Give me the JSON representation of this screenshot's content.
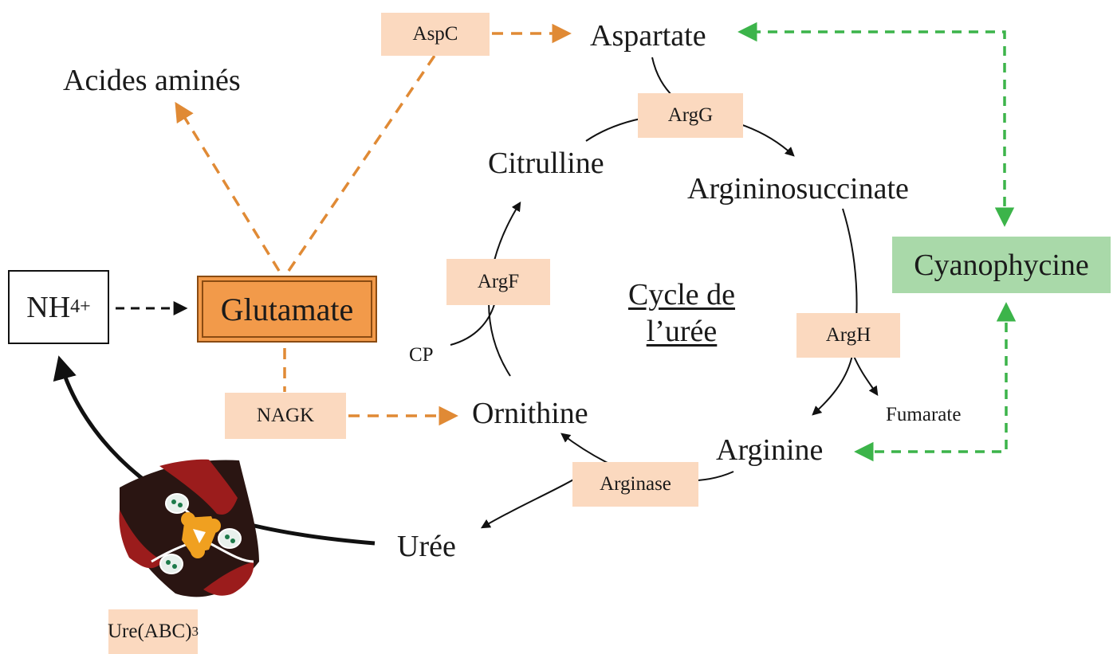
{
  "nodes": {
    "ammonium": {
      "base": "NH",
      "sub": "4",
      "sup": "+"
    },
    "glutamate": "Glutamate",
    "acides_amines": "Acides aminés",
    "aspartate": "Aspartate",
    "citrulline": "Citrulline",
    "argininosuccinate": "Argininosuccinate",
    "cyanophycine": "Cyanophycine",
    "cp": "CP",
    "ornithine": "Ornithine",
    "fumarate": "Fumarate",
    "arginine": "Arginine",
    "uree": "Urée"
  },
  "cycle_title": {
    "line1": "Cycle de",
    "line2": "l’urée"
  },
  "enzymes": {
    "aspc": "AspC",
    "argg": "ArgG",
    "argf": "ArgF",
    "argh": "ArgH",
    "nagk": "NAGK",
    "arginase": "Arginase"
  },
  "urease": {
    "base": "Ure(ABC)",
    "sub": "3"
  },
  "colors": {
    "orange_arrow": "#e08a35",
    "green_arrow": "#3cb44a",
    "enzyme_fill": "#fbd9bf",
    "glutamate_fill": "#f29a4a",
    "cyanophycine_fill": "#a9d9a9",
    "black_arrow": "#111111",
    "urease_dark": "#2a1512",
    "urease_red": "#9b1c1c"
  },
  "icons": [
    "urease-complex-icon"
  ]
}
